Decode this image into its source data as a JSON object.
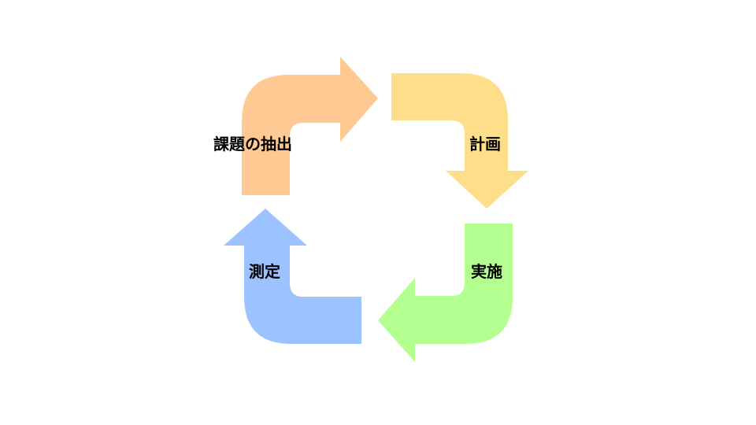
{
  "diagram": {
    "type": "cycle",
    "steps": [
      {
        "label": "課題の抽出",
        "color": "#FFC993",
        "direction": "right"
      },
      {
        "label": "計画",
        "color": "#FFDE89",
        "direction": "down"
      },
      {
        "label": "実施",
        "color": "#B3FF8F",
        "direction": "left"
      },
      {
        "label": "測定",
        "color": "#9CC2FF",
        "direction": "up"
      }
    ]
  }
}
